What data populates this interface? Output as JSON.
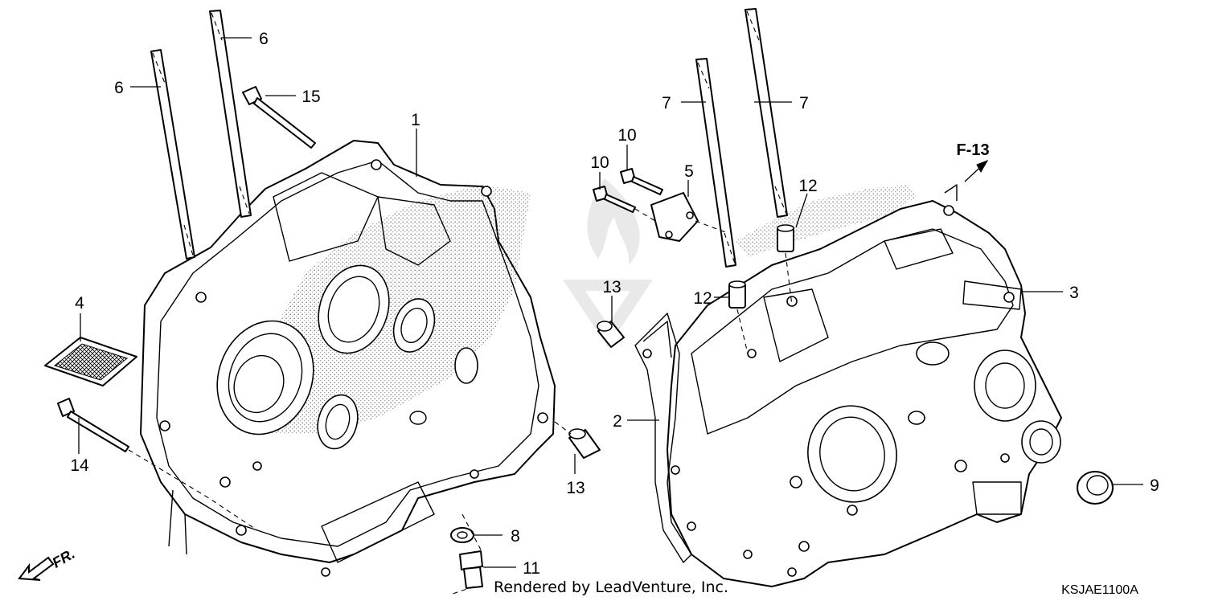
{
  "diagram": {
    "callouts": [
      "1",
      "2",
      "3",
      "4",
      "5",
      "6",
      "6",
      "7",
      "7",
      "8",
      "9",
      "10",
      "10",
      "11",
      "12",
      "12",
      "13",
      "13",
      "14",
      "15"
    ],
    "cross_reference": "F-13",
    "direction_marker": "FR.",
    "diagram_code": "KSJAE1100A",
    "credit": "Rendered by LeadVenture, Inc."
  },
  "colors": {
    "line": "#000000",
    "paper": "#ffffff",
    "watermark": "#d7d7d7",
    "gasket_stipple": "#555555"
  },
  "icons": {
    "direction": "front-arrow-icon",
    "reference": "arrow-up-right-icon",
    "watermark": "flame-v-logo"
  }
}
